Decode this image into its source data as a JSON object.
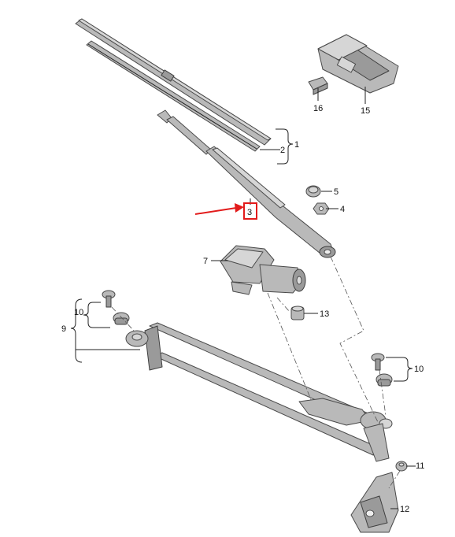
{
  "labels": {
    "p1": "1",
    "p2": "2",
    "p3": "3",
    "p4": "4",
    "p5": "5",
    "p7": "7",
    "p9": "9",
    "p10a": "10",
    "p10b": "10",
    "p11": "11",
    "p12": "12",
    "p13": "13",
    "p15": "15",
    "p16": "16"
  },
  "colors": {
    "highlight": "#e21b1b",
    "part_fill": "#b9b9b9",
    "line": "#222222"
  },
  "highlight_target": "p3"
}
